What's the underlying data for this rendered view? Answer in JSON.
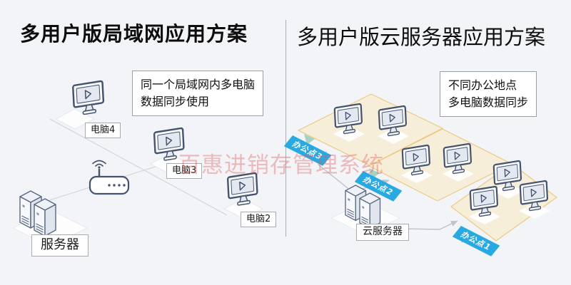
{
  "left": {
    "title": "多用户版局域网应用方案",
    "note_line1": "同一个局域网内多电脑",
    "note_line2": "数据同步使用",
    "labels": {
      "pc4": "电脑4",
      "pc3": "电脑3",
      "pc2": "电脑2",
      "server": "服务器"
    }
  },
  "right": {
    "title": "多用户版云服务器应用方案",
    "note_line1": "不同办公地点",
    "note_line2": "多电脑数据同步",
    "labels": {
      "cloud_server": "云服务器",
      "office3": "办公点3",
      "office2": "办公点2",
      "office1": "办公点1"
    }
  },
  "watermark": "百惠进销存管理系统",
  "colors": {
    "background": "#f2f4f7",
    "ribbon_blue": "#29a9e1",
    "zone_fill": "#f7eeda",
    "zone_border": "#ecca83",
    "icon_navy": "#46536e",
    "watermark_red": "#e25b5b",
    "line_gray": "#d5d9df",
    "arrow_gray": "#bfc4cb"
  }
}
